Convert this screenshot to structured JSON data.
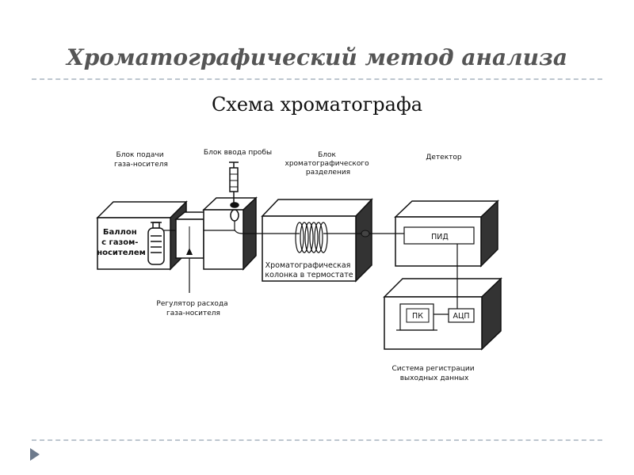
{
  "slide": {
    "title": "Хроматографический метод анализа",
    "subtitle": "Схема хроматографа"
  },
  "diagram": {
    "gas_supply_caption": [
      "Блок подачи",
      "газа-носителя"
    ],
    "injector_caption": "Блок ввода пробы",
    "separation_caption": [
      "Блок",
      "хроматографического",
      "разделения"
    ],
    "detector_caption": "Детектор",
    "cylinder_label": [
      "Баллон",
      "с газом-",
      "носителем"
    ],
    "column_label": [
      "Хроматографическая",
      "колонка в термостате"
    ],
    "fid_label": "ПИД",
    "pc_label": "ПК",
    "adc_label": "АЦП",
    "regulator_caption": [
      "Регулятор расхода",
      "газа-носителя"
    ],
    "registration_caption": [
      "Система регистрации",
      "выходных данных"
    ]
  }
}
